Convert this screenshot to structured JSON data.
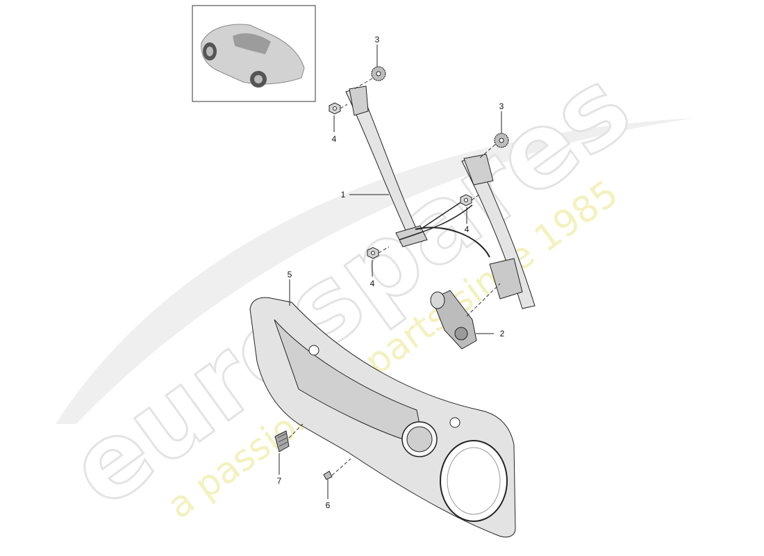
{
  "diagram": {
    "callouts": [
      {
        "id": "c1",
        "label": "1"
      },
      {
        "id": "c2",
        "label": "2"
      },
      {
        "id": "c3a",
        "label": "3"
      },
      {
        "id": "c3b",
        "label": "3"
      },
      {
        "id": "c4a",
        "label": "4"
      },
      {
        "id": "c4b",
        "label": "4"
      },
      {
        "id": "c4c",
        "label": "4"
      },
      {
        "id": "c5",
        "label": "5"
      },
      {
        "id": "c6",
        "label": "6"
      },
      {
        "id": "c7",
        "label": "7"
      }
    ]
  },
  "watermark": {
    "brand": "eurospares",
    "tagline": "a passion for parts since 1985"
  },
  "colors": {
    "line": "#222222",
    "part_fill": "#e6e6e6",
    "part_dark": "#9a9a9a",
    "watermark_gray": "#e9e9e9",
    "watermark_yellow": "#f2f0b8"
  }
}
